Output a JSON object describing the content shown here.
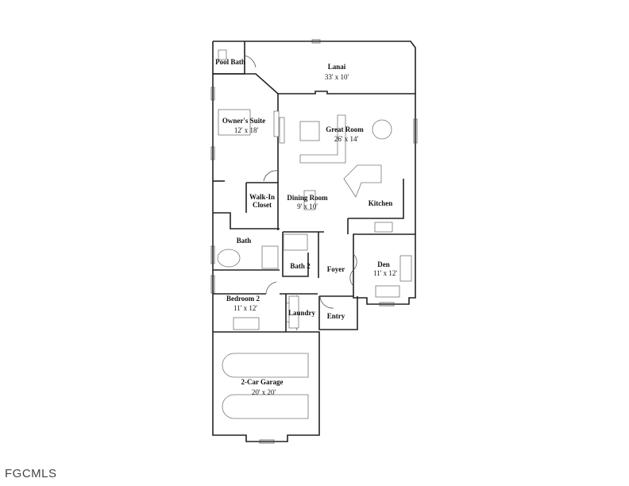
{
  "rooms": [
    {
      "name": "Pool Bath",
      "dims": ""
    },
    {
      "name": "Lanai",
      "dims": "33' x 10'"
    },
    {
      "name": "Owner's Suite",
      "dims": "12' x 18'"
    },
    {
      "name": "Great Room",
      "dims": "26' x 14'"
    },
    {
      "name": "Walk-In",
      "dims": "Closet"
    },
    {
      "name": "Dining Room",
      "dims": "9' x 10'"
    },
    {
      "name": "Kitchen",
      "dims": ""
    },
    {
      "name": "Bath",
      "dims": ""
    },
    {
      "name": "Bath 2",
      "dims": ""
    },
    {
      "name": "Foyer",
      "dims": ""
    },
    {
      "name": "Den",
      "dims": "11' x 12'"
    },
    {
      "name": "Bedroom 2",
      "dims": "11' x 12'"
    },
    {
      "name": "Laundry",
      "dims": ""
    },
    {
      "name": "Entry",
      "dims": ""
    },
    {
      "name": "2-Car Garage",
      "dims": "20' x 20'"
    }
  ],
  "watermark": "FGCMLS"
}
